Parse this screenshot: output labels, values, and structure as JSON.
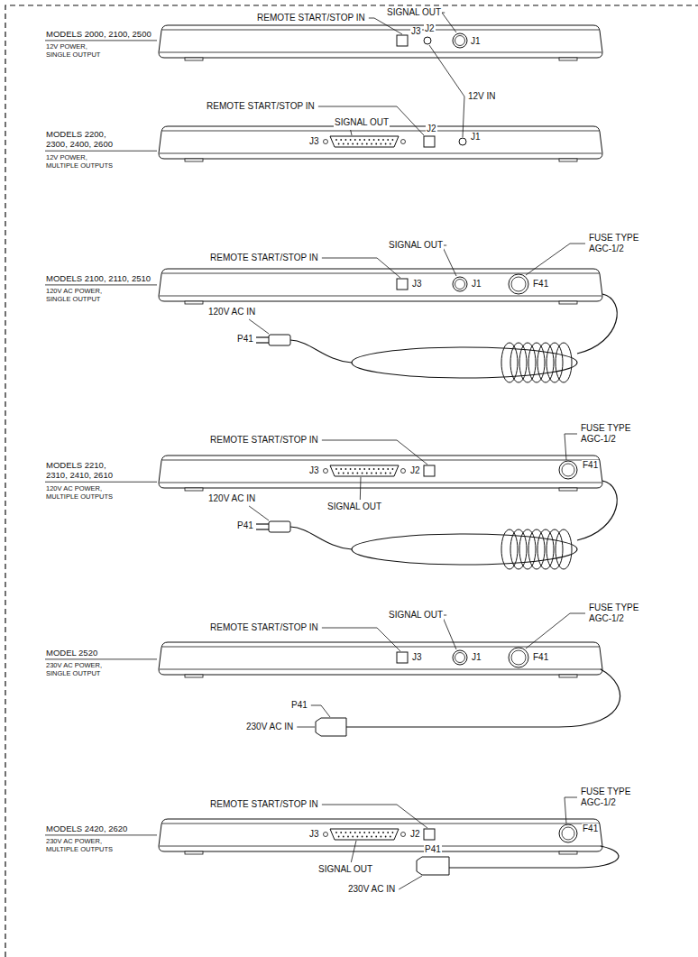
{
  "diagram": {
    "labels": [
      "REMOTE START/STOP IN",
      "SIGNAL OUT",
      "MODELS 2000, 2100, 2500",
      "12V POWER, SINGLE OUTPUT",
      "J3",
      "J2",
      "J1",
      "12V IN",
      "REMOTE START/STOP IN",
      "SIGNAL OUT",
      "MODELS 2200, 2300, 2400, 2600",
      "12V POWER, MULTIPLE OUTPUTS",
      "J3",
      "J2",
      "J1",
      "REMOTE START/STOP IN",
      "SIGNAL OUT",
      "FUSE TYPE AGC-1/2",
      "MODELS 2100, 2110, 2510",
      "120V AC POWER, SINGLE OUTPUT",
      "J3",
      "J1",
      "F41",
      "120V AC IN",
      "P41",
      "REMOTE START/STOP IN",
      "FUSE TYPE AGC-1/2",
      "MODELS 2210, 2310, 2410, 2610",
      "120V AC POWER, MULTIPLE OUTPUTS",
      "J3",
      "J2",
      "F41",
      "SIGNAL OUT",
      "120V AC IN",
      "P41",
      "REMOTE START/STOP IN",
      "SIGNAL OUT",
      "FUSE TYPE AGC-1/2",
      "MODEL 2520",
      "230V AC POWER, SINGLE OUTPUT",
      "J3",
      "J1",
      "F41",
      "230V AC IN",
      "P41",
      "REMOTE START/STOP IN",
      "FUSE TYPE AGC-1/2",
      "MODELS 2420, 2620",
      "230V AC POWER, MULTIPLE OUTPUTS",
      "J3",
      "J2",
      "F41",
      "SIGNAL OUT",
      "230V AC IN",
      "P41"
    ]
  }
}
